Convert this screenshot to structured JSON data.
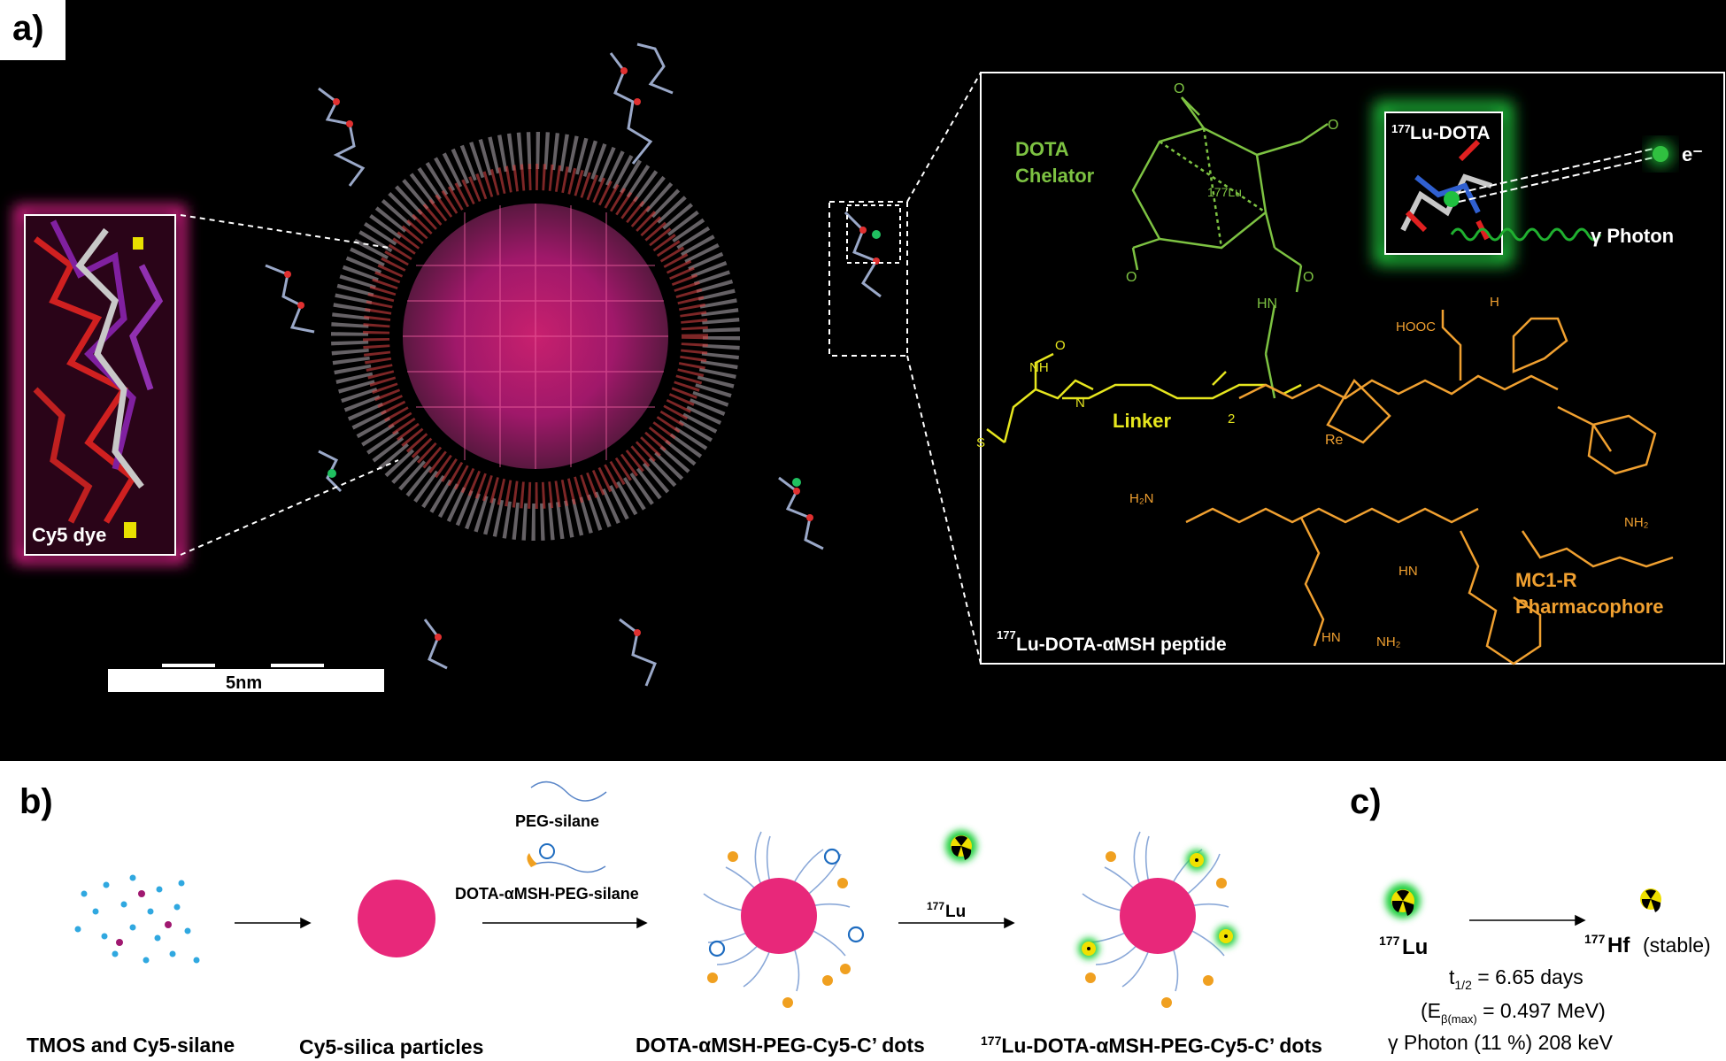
{
  "panel_labels": {
    "a": "a)",
    "b": "b)",
    "c": "c)"
  },
  "panel_a": {
    "cy5_label": "Cy5 dye",
    "scale_bar_label": "5nm",
    "dota_title_line1": "DOTA",
    "dota_title_line2": "Chelator",
    "lu_dota_sup": "177",
    "lu_dota_label": "Lu-DOTA",
    "electron_label": "e⁻",
    "photon_label": "γ Photon",
    "linker_label": "Linker",
    "pharmacophore_line1": "MC1-R",
    "pharmacophore_line2": "Pharmacophore",
    "peptide_sup": "177",
    "peptide_label": "Lu-DOTA-αMSH peptide",
    "atom_labels": {
      "lu": "177Lu",
      "hooc": "HOOC",
      "h2n": "H₂N",
      "re": "Re",
      "nh2": "NH₂",
      "hn": "HN",
      "h": "H",
      "o": "O",
      "s": "S",
      "n": "N",
      "nh": "NH",
      "subscript_2": "2"
    }
  },
  "panel_b": {
    "peg_silane": "PEG-silane",
    "dota_peg_silane": "DOTA-αMSH-PEG-silane",
    "lu_sup": "177",
    "lu_label": "Lu",
    "captions": {
      "tmos": "TMOS and Cy5-silane",
      "silica": "Cy5-silica particles",
      "cdots": "DOTA-αMSH-PEG-Cy5-C’ dots",
      "lu_cdots_sup": "177",
      "lu_cdots": "Lu-DOTA-αMSH-PEG-Cy5-C’ dots"
    }
  },
  "panel_c": {
    "lu_sup": "177",
    "lu_label": "Lu",
    "hf_sup": "177",
    "hf_label": "Hf",
    "hf_note": "(stable)",
    "half_life": "t1/2 = 6.65 days",
    "half_life_prefix": "t",
    "half_life_sub": "1/2",
    "half_life_value": " = 6.65 days",
    "energy_prefix": "(E",
    "energy_sub": "β(max)",
    "energy_value": " = 0.497 MeV)",
    "gamma": "γ Photon (11 %) 208 keV"
  },
  "colors": {
    "dota_green": "#7dc242",
    "linker_yellow": "#e6e61e",
    "pharmacophore_orange": "#f0a030",
    "silica_pink": "#e8287a",
    "peg_blue": "#5a86c8",
    "cy5_glow": "#e0208a"
  }
}
